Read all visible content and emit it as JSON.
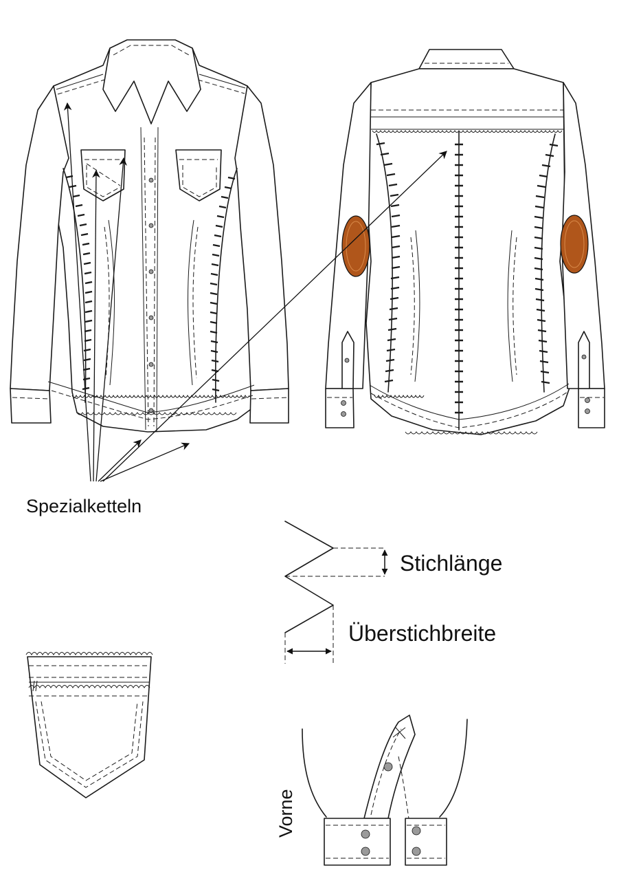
{
  "labels": {
    "special_stitch": "Spezialketteln",
    "stitch_length": "Stichlänge",
    "overstitch_width": "Überstichbreite",
    "front": "Vorne"
  },
  "colors": {
    "elbow_patch": "#b0561b",
    "elbow_patch_highlight": "#d98a4a",
    "snap_button": "#9a9a9a",
    "line": "#1a1a1a"
  },
  "icons": {
    "snap": "grey-dot",
    "arrow": "filled-arrowhead"
  }
}
